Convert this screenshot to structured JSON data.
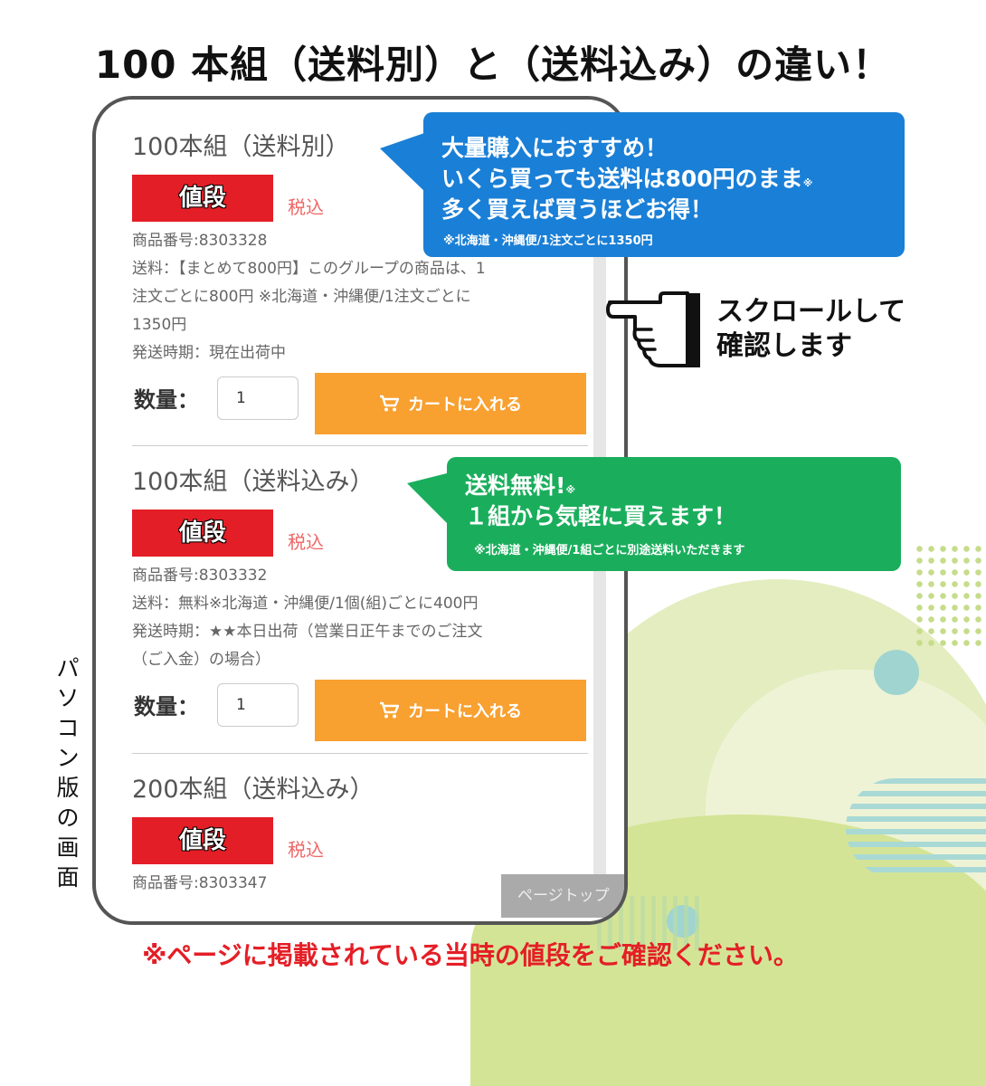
{
  "heading": "100 本組（送料別）と（送料込み）の違い！",
  "side_label": "パソコン版の画面",
  "products": [
    {
      "title": "100本組（送料別）",
      "price_label": "値段",
      "tax_label": "税込",
      "info": [
        "商品番号:8303328",
        "送料：【まとめて800円】このグループの商品は、1",
        "注文ごとに800円 ※北海道・沖縄便/1注文ごとに",
        "1350円",
        "発送時期：現在出荷中"
      ],
      "qty_label": "数量：",
      "qty_value": "1",
      "cart_label": "カートに入れる"
    },
    {
      "title": "100本組（送料込み）",
      "price_label": "値段",
      "tax_label": "税込",
      "info": [
        "商品番号:8303332",
        "送料：無料※北海道・沖縄便/1個(組)ごとに400円",
        "発送時期：★★本日出荷（営業日正午までのご注文",
        "（ご入金）の場合）"
      ],
      "qty_label": "数量：",
      "qty_value": "1",
      "cart_label": "カートに入れる"
    },
    {
      "title": "200本組（送料込み）",
      "price_label": "値段",
      "tax_label": "税込",
      "info": [
        "商品番号:8303347"
      ]
    }
  ],
  "page_top_label": "ページトップ",
  "callout_blue": {
    "line1": "大量購入におすすめ！",
    "line2": "いくら買っても送料は800円のまま",
    "line2_mark": "※",
    "line3": "多く買えば買うほどお得！",
    "note": "※北海道・沖縄便/1注文ごとに1350円"
  },
  "callout_green": {
    "line1": "送料無料!",
    "line1_mark": "※",
    "line2": "１組から気軽に買えます！",
    "note": "※北海道・沖縄便/1組ごとに別途送料いただきます"
  },
  "scroll_hint": "スクロールして\n確認します",
  "footer_note": "※ページに掲載されている当時の値段をご確認ください。",
  "icons": {
    "cart": "cart-icon",
    "hand": "pointing-hand-icon"
  },
  "colors": {
    "price_badge": "#e41e26",
    "cart_button": "#f8a030",
    "callout_blue": "#1a7fd6",
    "callout_green": "#1aae5c",
    "footer_text": "#e41e26"
  }
}
